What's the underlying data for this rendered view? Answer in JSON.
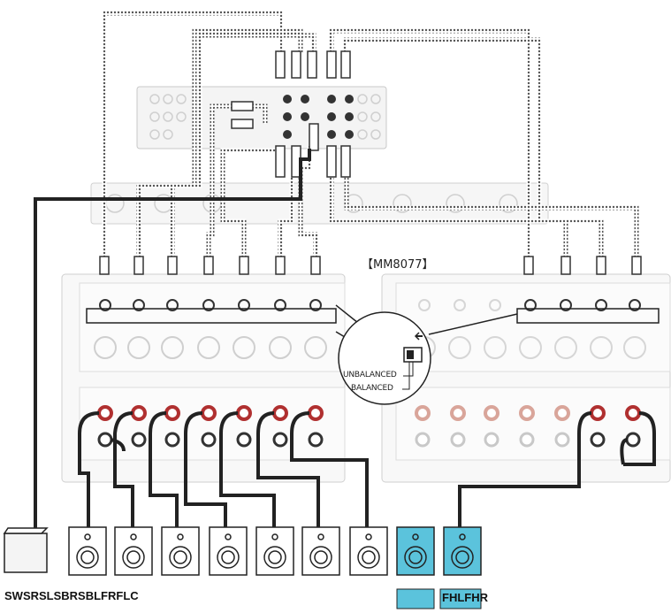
{
  "model_label": "【MM8077】",
  "switch": {
    "unbalanced": "UNBALANCED",
    "balanced": "BALANCED"
  },
  "speakers": {
    "group_left": "SWSRSLSBRSBLFRFLC",
    "group_right": "FHLFHR",
    "items": [
      {
        "id": "sw",
        "kind": "subwoofer"
      },
      {
        "id": "sr",
        "kind": "speaker"
      },
      {
        "id": "sl",
        "kind": "speaker"
      },
      {
        "id": "sbr",
        "kind": "speaker"
      },
      {
        "id": "sbl",
        "kind": "speaker"
      },
      {
        "id": "fr",
        "kind": "speaker"
      },
      {
        "id": "fl",
        "kind": "speaker"
      },
      {
        "id": "c",
        "kind": "speaker"
      },
      {
        "id": "fhl",
        "kind": "speaker",
        "highlight": true
      },
      {
        "id": "fhr",
        "kind": "speaker",
        "highlight": true
      }
    ]
  },
  "colors": {
    "highlight": "#5bc3dc",
    "cable": "#555555",
    "terminal_red": "#b03030",
    "terminal_faded": "#d9a59a"
  }
}
